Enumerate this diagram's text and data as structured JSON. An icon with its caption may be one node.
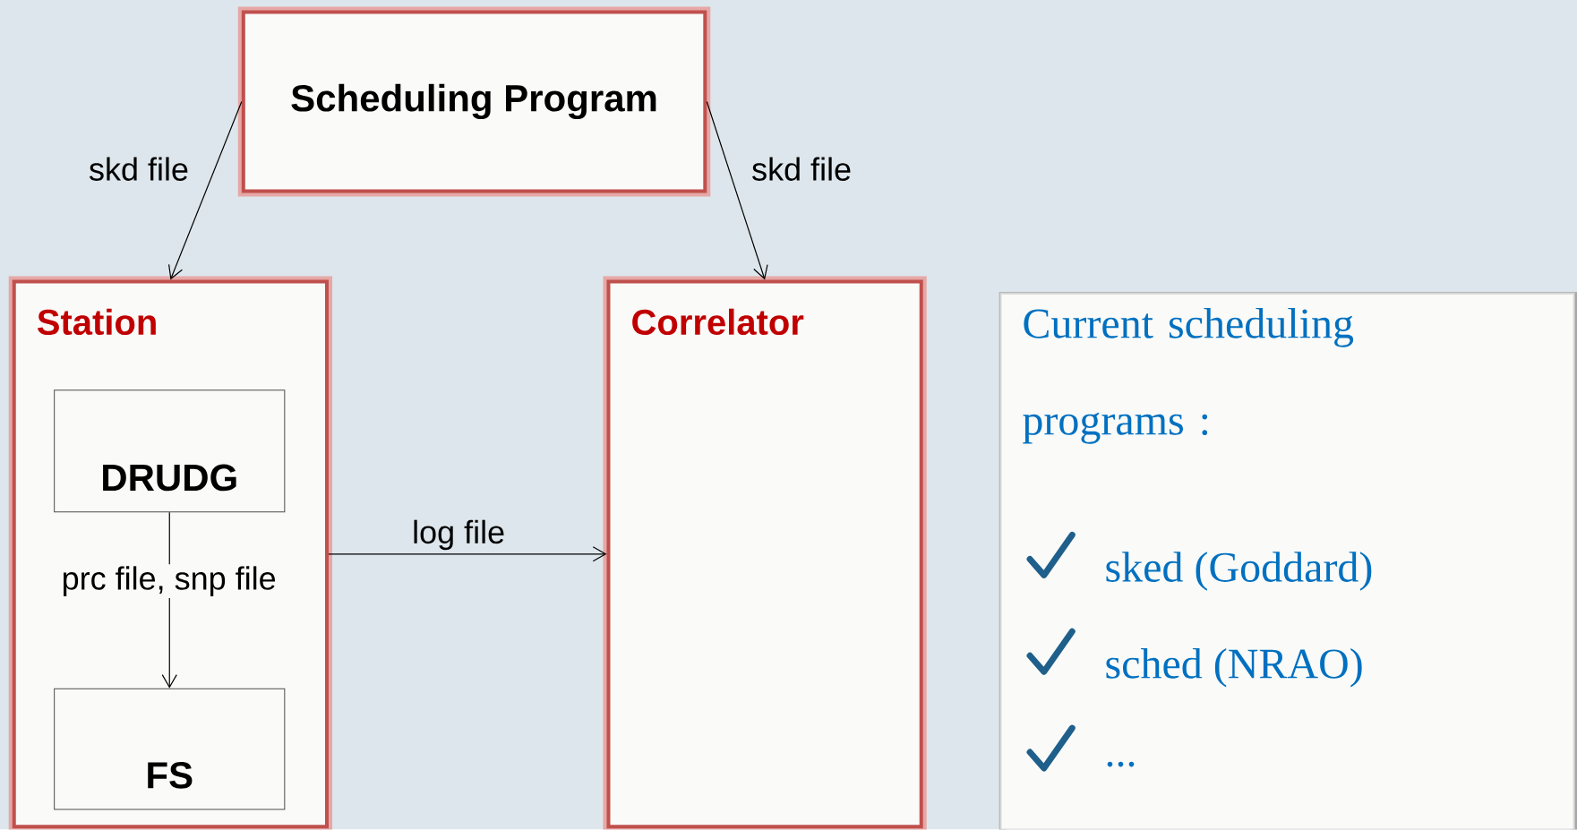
{
  "diagram": {
    "nodes": [
      {
        "text": [
          "Scheduling Program"
        ]
      },
      {
        "text": [
          "Station"
        ]
      },
      {
        "text": [
          "DRUDG"
        ],
        "in": 1
      },
      {
        "text": [
          "FS"
        ],
        "in": 1
      },
      {
        "text": [
          "Correlator"
        ]
      },
      {
        "text": [
          "Current scheduling programs :",
          "sked (Goddard)",
          "sched (NRAO)",
          "..."
        ]
      }
    ],
    "edges": [
      {
        "from": 0,
        "to": 1,
        "arrow": "to",
        "label": "skd file"
      },
      {
        "from": 0,
        "to": 4,
        "arrow": "to",
        "label": "skd file"
      },
      {
        "from": 2,
        "to": 3,
        "arrow": "to",
        "label": "prc file, snp file"
      },
      {
        "from": 1,
        "to": 4,
        "arrow": "to",
        "label": "log file"
      }
    ]
  }
}
